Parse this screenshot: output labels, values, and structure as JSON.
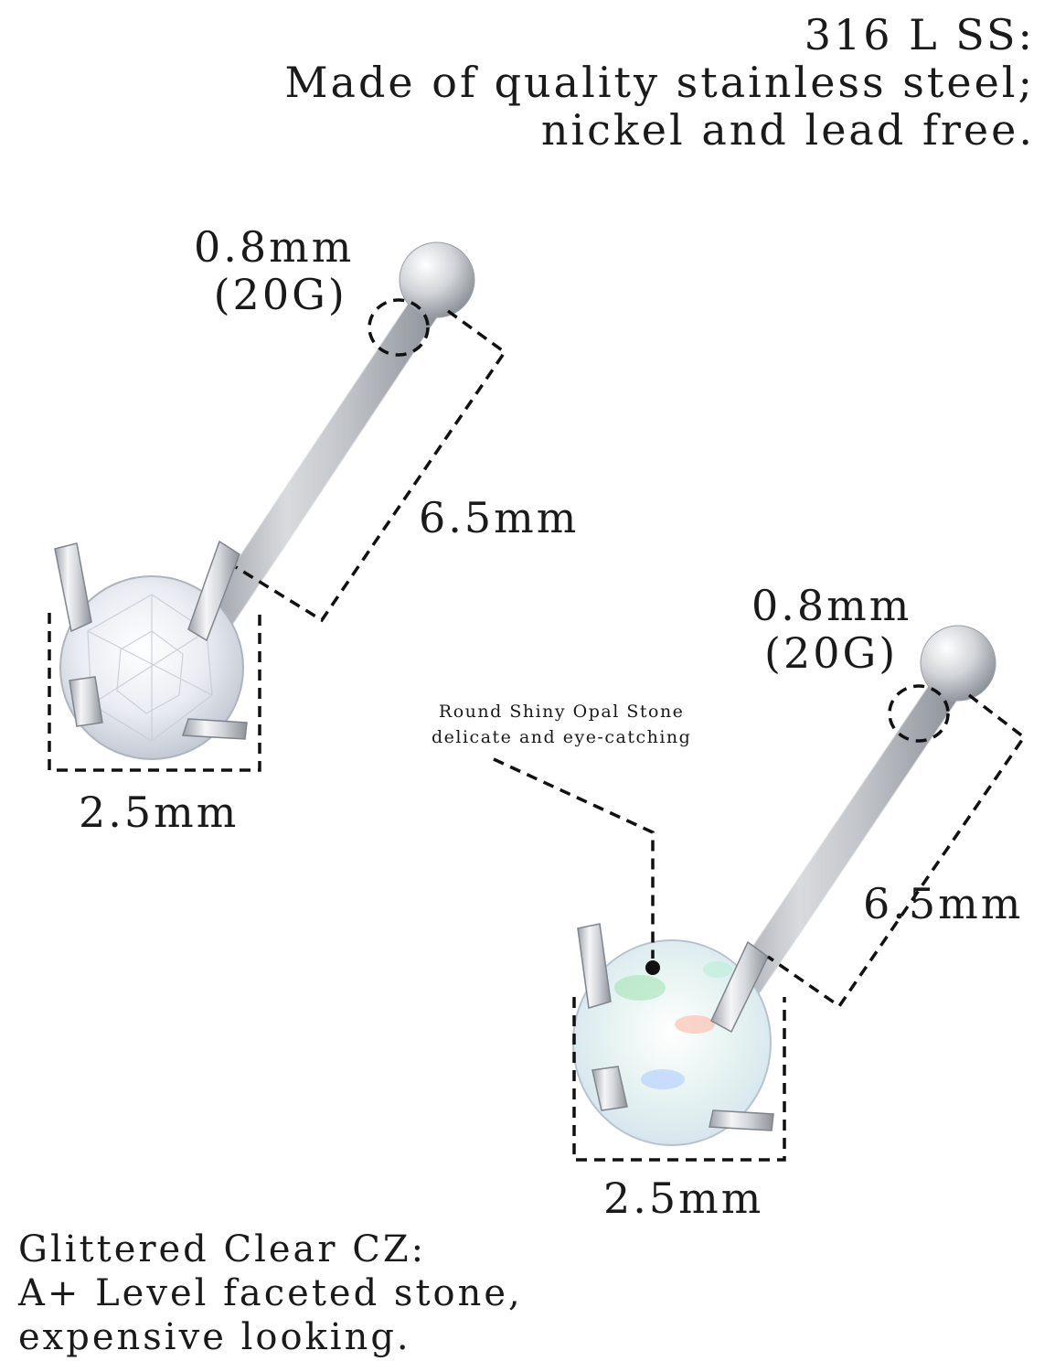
{
  "material": {
    "title": "316 L SS:",
    "line1": "Made of quality stainless steel;",
    "line2": "nickel and lead free."
  },
  "clear_cz": {
    "gauge_mm": "0.8mm",
    "gauge_g": "(20G)",
    "length": "6.5mm",
    "stone_size": "2.5mm",
    "caption_title": "Glittered Clear CZ:",
    "caption_line1": "A+ Level faceted stone,",
    "caption_line2": "expensive looking."
  },
  "opal": {
    "gauge_mm": "0.8mm",
    "gauge_g": "(20G)",
    "length": "6.5mm",
    "stone_size": "2.5mm",
    "callout_line1": "Round Shiny Opal Stone",
    "callout_line2": "delicate and eye-catching"
  },
  "colors": {
    "background": "#ffffff",
    "text": "#1a1a1a",
    "steel": "#c9ccd1",
    "dimension_line": "#111111"
  }
}
